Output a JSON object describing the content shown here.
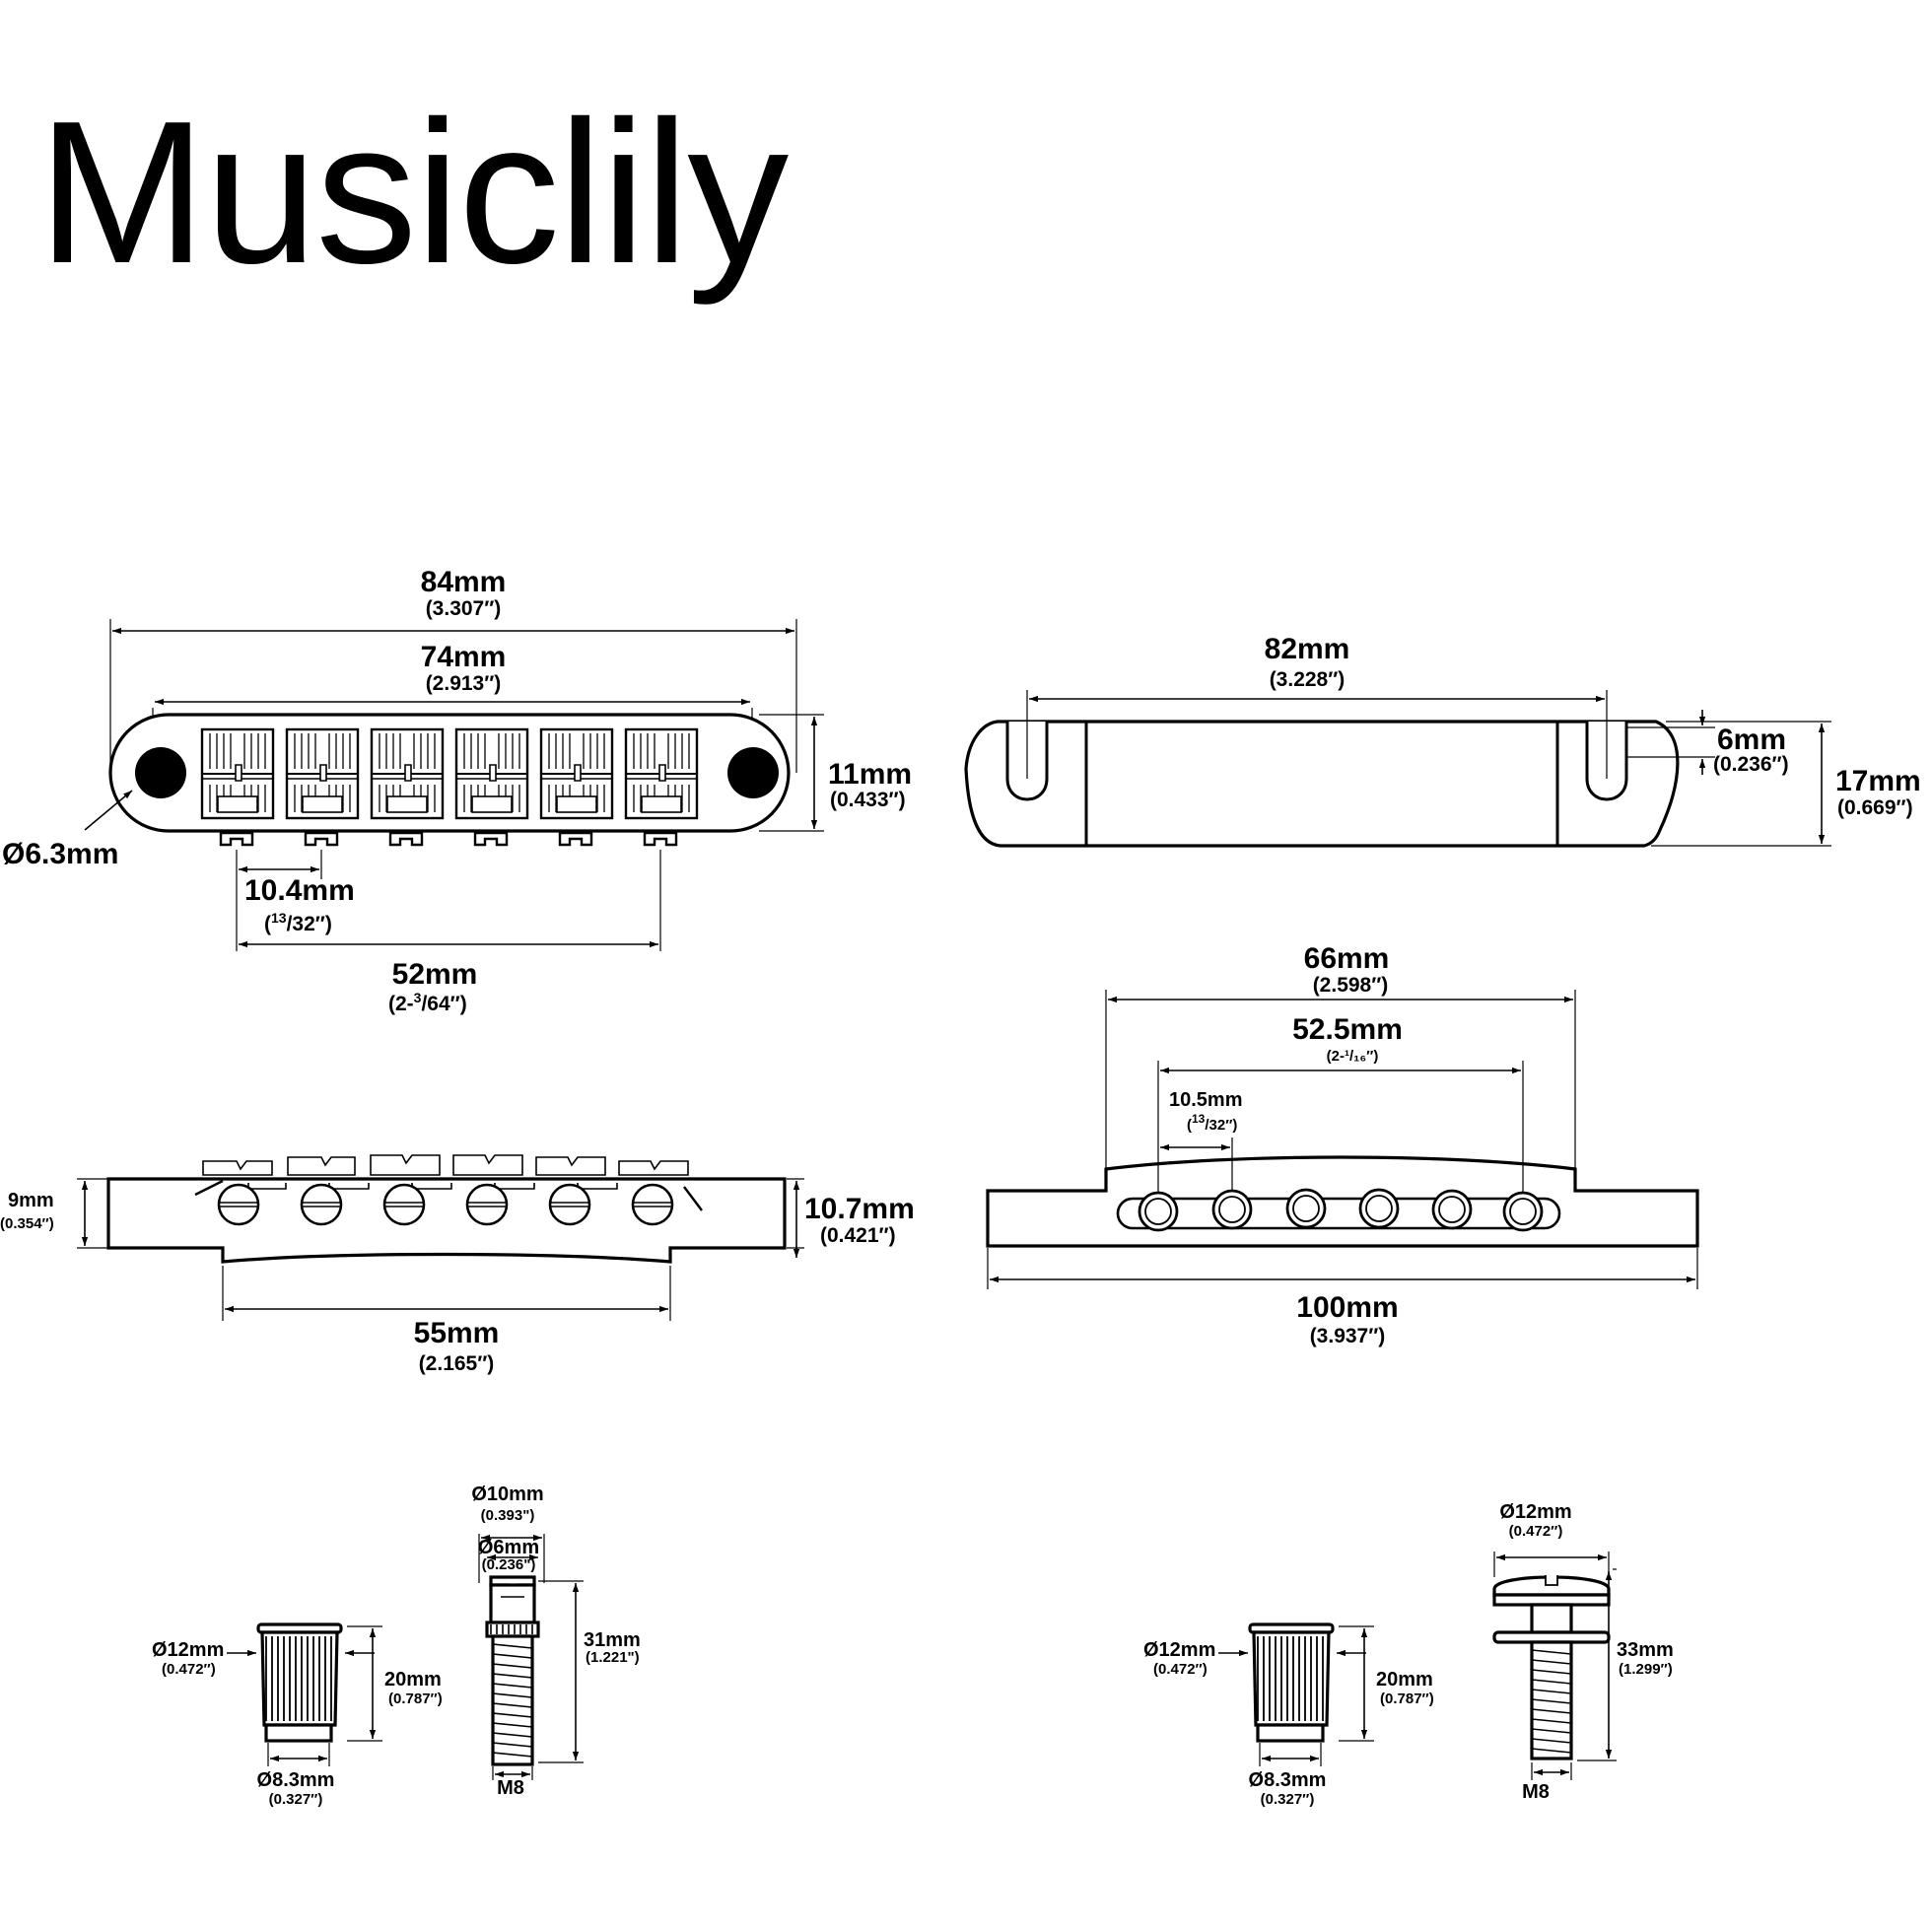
{
  "brand": "Musiclily",
  "bridge_top": {
    "overall_length": {
      "mm": "84mm",
      "in": "(3.307″)"
    },
    "inner_length": {
      "mm": "74mm",
      "in": "(2.913″)"
    },
    "height": {
      "mm": "11mm",
      "in": "(0.433″)"
    },
    "hole_diameter": {
      "mm": "Ø6.3mm"
    },
    "saddle_spacing": {
      "mm": "10.4mm",
      "in_num": "13",
      "in_den": "/32″)"
    },
    "string_span": {
      "mm": "52mm",
      "in_pre": "(2-",
      "in_num": "3",
      "in_den": "/64″)"
    }
  },
  "tailpiece_top": {
    "length": {
      "mm": "82mm",
      "in": "(3.228″)"
    },
    "slot": {
      "mm": "6mm",
      "in": "(0.236″)"
    },
    "depth": {
      "mm": "17mm",
      "in": "(0.669″)"
    }
  },
  "bridge_side": {
    "end_height": {
      "mm": "9mm",
      "in": "(0.354″)"
    },
    "height": {
      "mm": "10.7mm",
      "in": "(0.421″)"
    },
    "base_length": {
      "mm": "55mm",
      "in": "(2.165″)"
    }
  },
  "tailpiece_side": {
    "top_length": {
      "mm": "66mm",
      "in": "(2.598″)"
    },
    "hole_span": {
      "mm": "52.5mm",
      "in": "(2-¹/₁₆″)"
    },
    "hole_spacing": {
      "mm": "10.5mm",
      "in_num": "13",
      "in_den": "/32″)"
    },
    "overall_length": {
      "mm": "100mm",
      "in": "(3.937″)"
    }
  },
  "hardware_left": {
    "anchor_diameter": {
      "mm": "Ø12mm",
      "in": "(0.472″)"
    },
    "anchor_length": {
      "mm": "20mm",
      "in": "(0.787″)"
    },
    "anchor_shank": {
      "mm": "Ø8.3mm",
      "in": "(0.327″)"
    },
    "stud_head": {
      "mm": "Ø10mm",
      "in": "(0.393\")"
    },
    "stud_neck": {
      "mm": "Ø6mm",
      "in": "(0.236\")"
    },
    "stud_length": {
      "mm": "31mm",
      "in": "(1.221\")"
    },
    "thread": "M8"
  },
  "hardware_right": {
    "anchor_diameter": {
      "mm": "Ø12mm",
      "in": "(0.472″)"
    },
    "anchor_length": {
      "mm": "20mm",
      "in": "(0.787″)"
    },
    "anchor_shank": {
      "mm": "Ø8.3mm",
      "in": "(0.327″)"
    },
    "stud_head": {
      "mm": "Ø12mm",
      "in": "(0.472″)"
    },
    "stud_length": {
      "mm": "33mm",
      "in": "(1.299″)"
    },
    "thread": "M8"
  }
}
